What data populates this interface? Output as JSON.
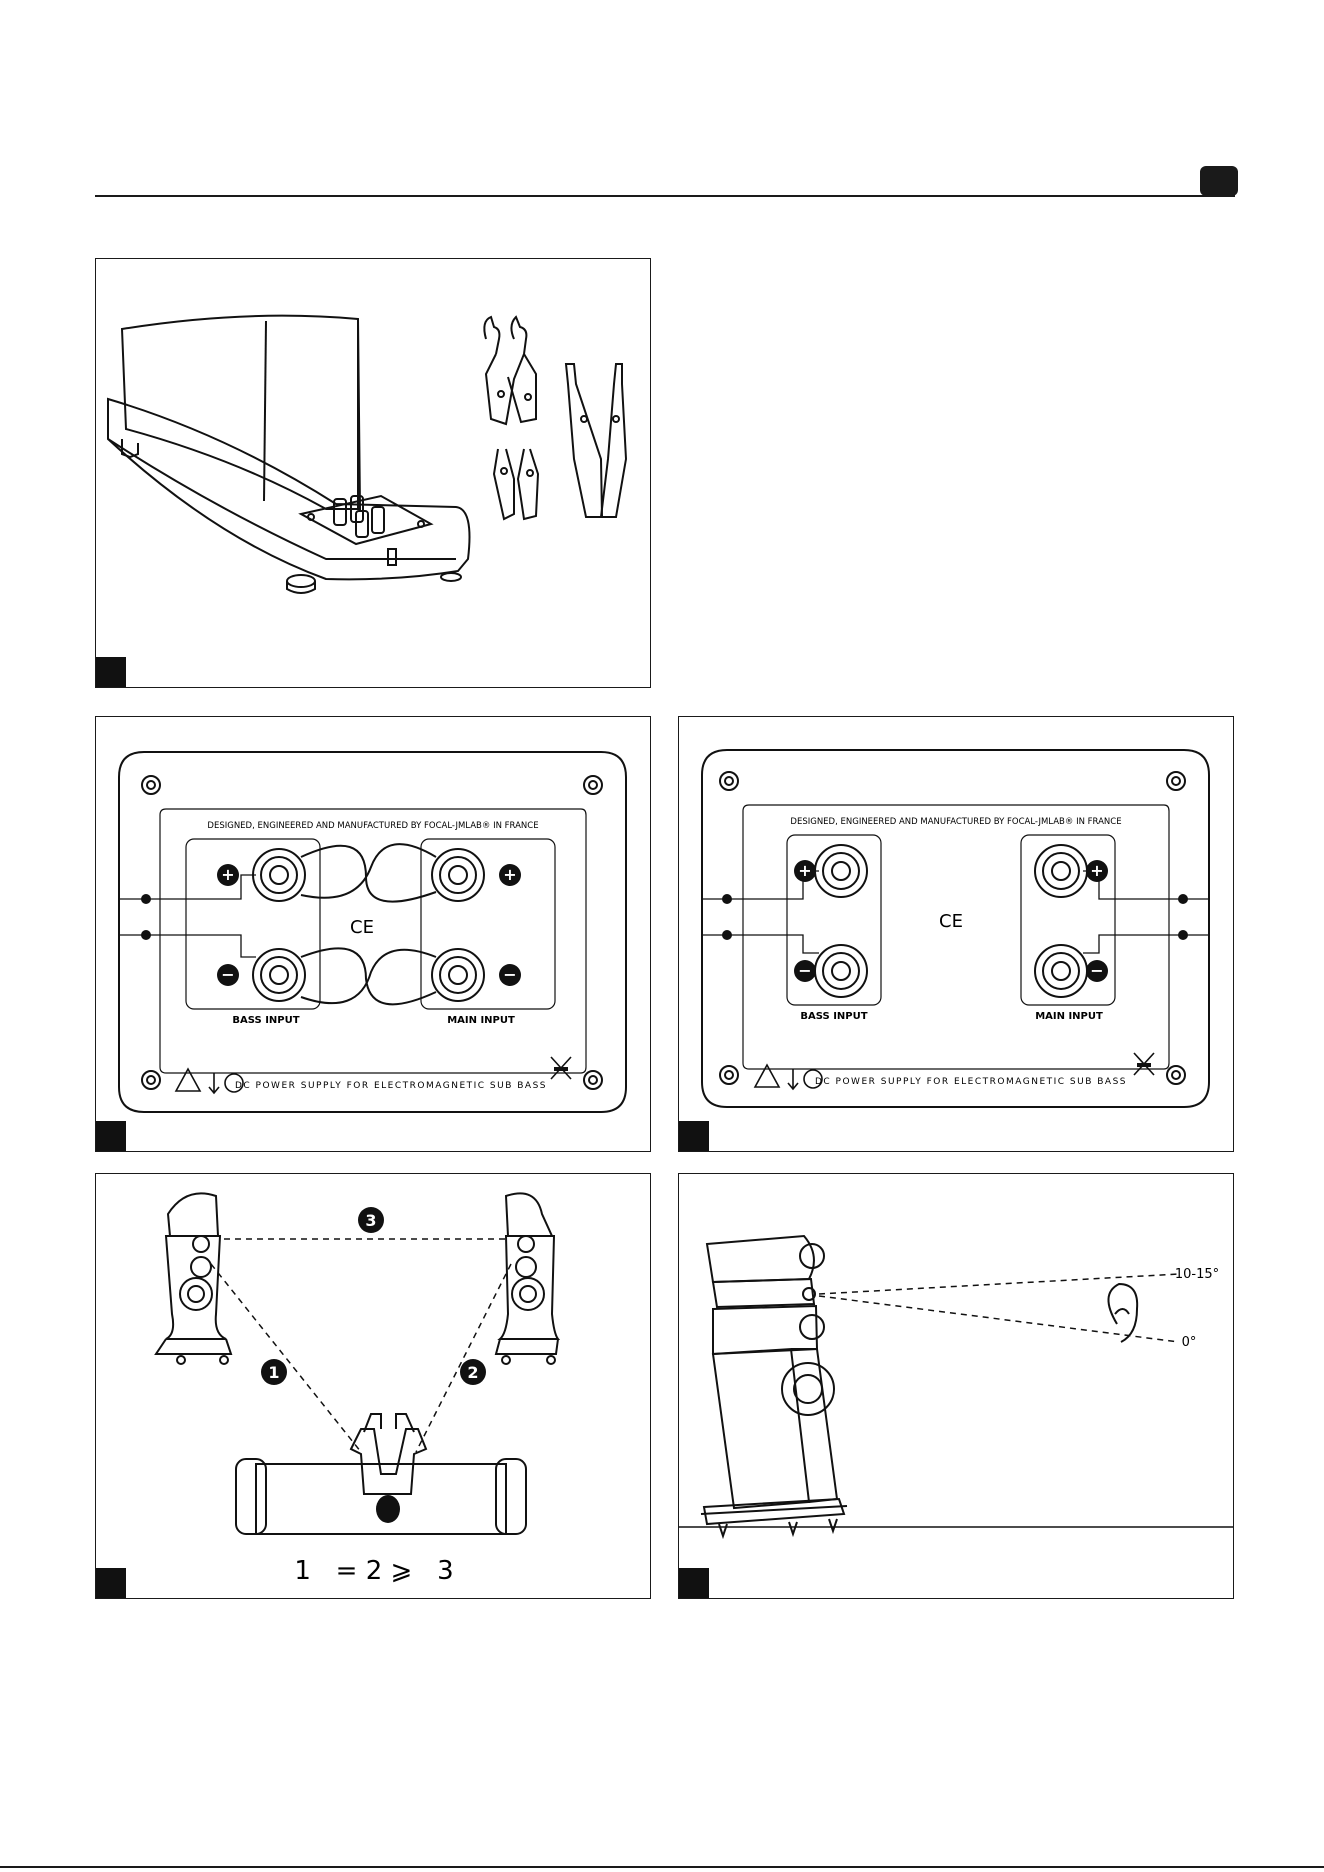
{
  "panel2": {
    "header": "DESIGNED, ENGINEERED AND MANUFACTURED BY FOCAL-JMLAB® IN FRANCE",
    "bass_label": "BASS INPUT",
    "main_label": "MAIN INPUT",
    "ce": "CE",
    "footer": "DC POWER SUPPLY FOR ELECTROMAGNETIC SUB BASS",
    "plus": "+",
    "minus": "−"
  },
  "panel3": {
    "header": "DESIGNED, ENGINEERED AND MANUFACTURED BY FOCAL-JMLAB® IN FRANCE",
    "bass_label": "BASS INPUT",
    "main_label": "MAIN INPUT",
    "ce": "CE",
    "footer": "DC POWER SUPPLY FOR ELECTROMAGNETIC SUB BASS",
    "plus": "+",
    "minus": "−"
  },
  "panel4": {
    "marker1": "1",
    "marker2": "2",
    "marker3": "3",
    "formula": "1   = 2 ⩾   3"
  },
  "panel5": {
    "angle_top": "10-15°",
    "angle_bottom": "0°"
  }
}
